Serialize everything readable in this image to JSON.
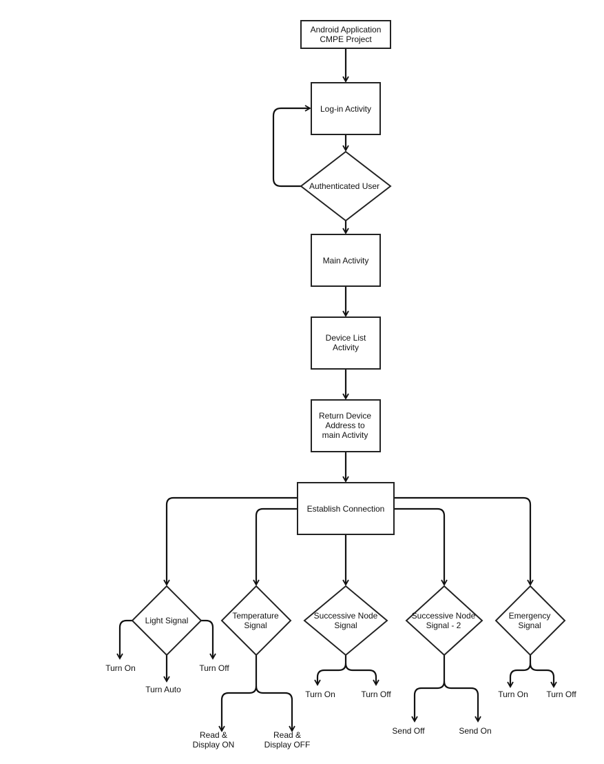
{
  "nodes": {
    "start": [
      "Android Application",
      "CMPE Project"
    ],
    "login": [
      "Log-in Activity"
    ],
    "auth": [
      "Authenticated User"
    ],
    "main": [
      "Main Activity"
    ],
    "devlist": [
      "Device List",
      "Activity"
    ],
    "retaddr": [
      "Return Device",
      "Address to",
      "main Activity"
    ],
    "establish": [
      "Establish Connection"
    ],
    "light": [
      "Light Signal"
    ],
    "temp": [
      "Temperature",
      "Signal"
    ],
    "succ1": [
      "Successive Node",
      "Signal"
    ],
    "succ2": [
      "Successive Node",
      "Signal - 2"
    ],
    "emerg": [
      "Emergency",
      "Signal"
    ]
  },
  "outcomes": {
    "light_on": [
      "Turn On"
    ],
    "light_auto": [
      "Turn Auto"
    ],
    "light_off": [
      "Turn Off"
    ],
    "temp_read_on": [
      "Read &",
      "Display  ON"
    ],
    "temp_read_off": [
      "Read &",
      "Display  OFF"
    ],
    "succ1_on": [
      "Turn On"
    ],
    "succ1_off": [
      "Turn Off"
    ],
    "succ2_send_off": [
      "Send Off"
    ],
    "succ2_send_on": [
      "Send On"
    ],
    "emerg_on": [
      "Turn On"
    ],
    "emerg_off": [
      "Turn Off"
    ]
  }
}
